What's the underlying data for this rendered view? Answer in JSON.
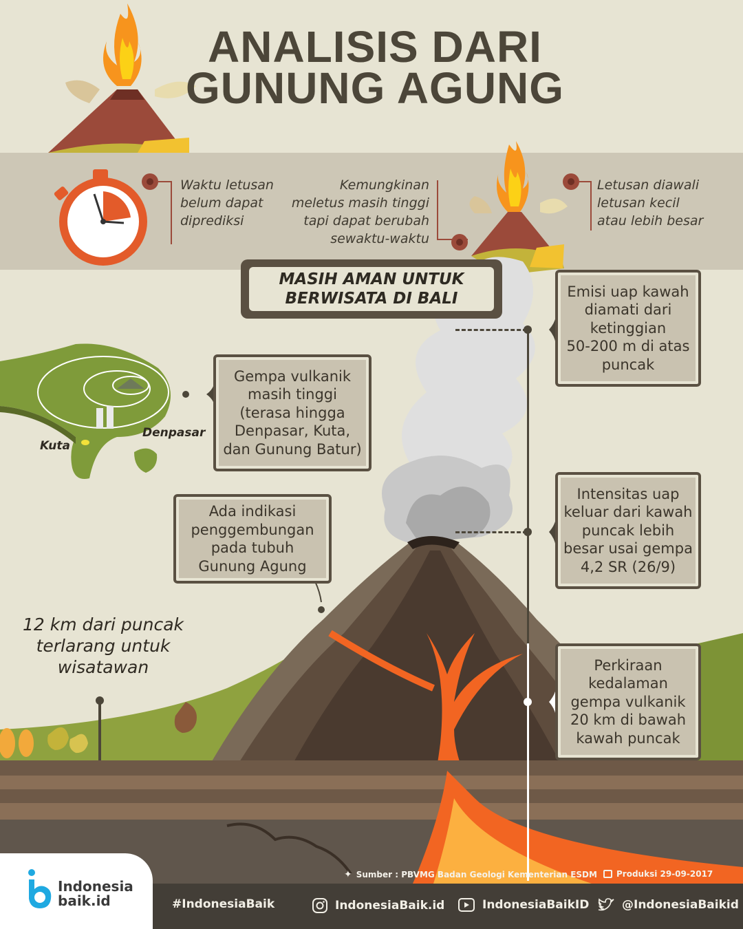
{
  "title": {
    "line1": "ANALISIS DARI",
    "line2": "GUNUNG AGUNG"
  },
  "notes": {
    "prediction": [
      "Waktu letusan",
      "belum dapat",
      "diprediksi"
    ],
    "possibility": [
      "Kemungkinan",
      "meletus masih tinggi",
      "tapi dapat berubah",
      "sewaktu-waktu"
    ],
    "eruption_start": [
      "Letusan diawali",
      "letusan kecil",
      "atau lebih besar"
    ]
  },
  "badge": {
    "line1": "MASIH AMAN UNTUK",
    "line2": "BERWISATA DI BALI"
  },
  "boxes": {
    "emission": [
      "Emisi uap kawah",
      "diamati dari",
      "ketinggian",
      "50-200 m di atas",
      "puncak"
    ],
    "quake": [
      "Gempa vulkanik",
      "masih tinggi",
      "(terasa hingga",
      "Denpasar, Kuta,",
      "dan Gunung Batur)"
    ],
    "swelling": [
      "Ada indikasi",
      "penggembungan",
      "pada tubuh",
      "Gunung Agung"
    ],
    "intensity": [
      "Intensitas uap",
      "keluar dari kawah",
      "puncak lebih",
      "besar usai gempa",
      "4,2 SR (26/9)"
    ],
    "depth": [
      "Perkiraan",
      "kedalaman",
      "gempa vulkanik",
      "20 km di bawah",
      "kawah puncak"
    ]
  },
  "map": {
    "kuta": "Kuta",
    "denpasar": "Denpasar"
  },
  "zone": [
    "12 km dari puncak",
    "terlarang untuk",
    "wisatawan"
  ],
  "source": "Sumber : PBVMG Badan Geologi Kementerian ESDM",
  "production": "Produksi 29-09-2017",
  "logo": {
    "line1": "Indonesia",
    "line2": "baik.id"
  },
  "footer": {
    "hashtag": "#IndonesiaBaik",
    "instagram": "IndonesiaBaik.id",
    "youtube": "IndonesiaBaikID",
    "twitter": "@IndonesiaBaikid"
  },
  "icons": [
    "volcano-icon",
    "stopwatch-icon",
    "map-icon",
    "instagram-icon",
    "youtube-icon",
    "twitter-icon",
    "calendar-icon",
    "pin-icon"
  ]
}
